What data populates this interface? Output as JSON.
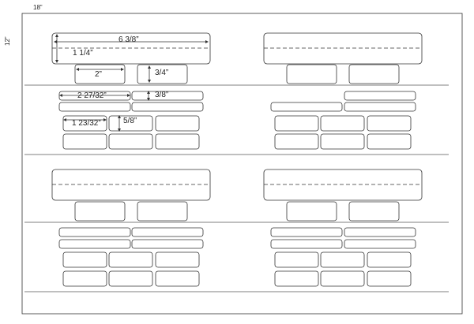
{
  "sheet": {
    "width_label": "18”",
    "height_label": "12”"
  },
  "dimensions": {
    "large_width": "6 3/8”",
    "large_height": "1 1/4”",
    "medium_width": "2”",
    "medium_height": "3/4”",
    "strip_width": "2  27/32”",
    "strip_height": "3/8”",
    "small_width": "1 23/32”",
    "small_height": "5/8”"
  },
  "colors": {
    "outline": "#333333",
    "divider": "#555555"
  }
}
